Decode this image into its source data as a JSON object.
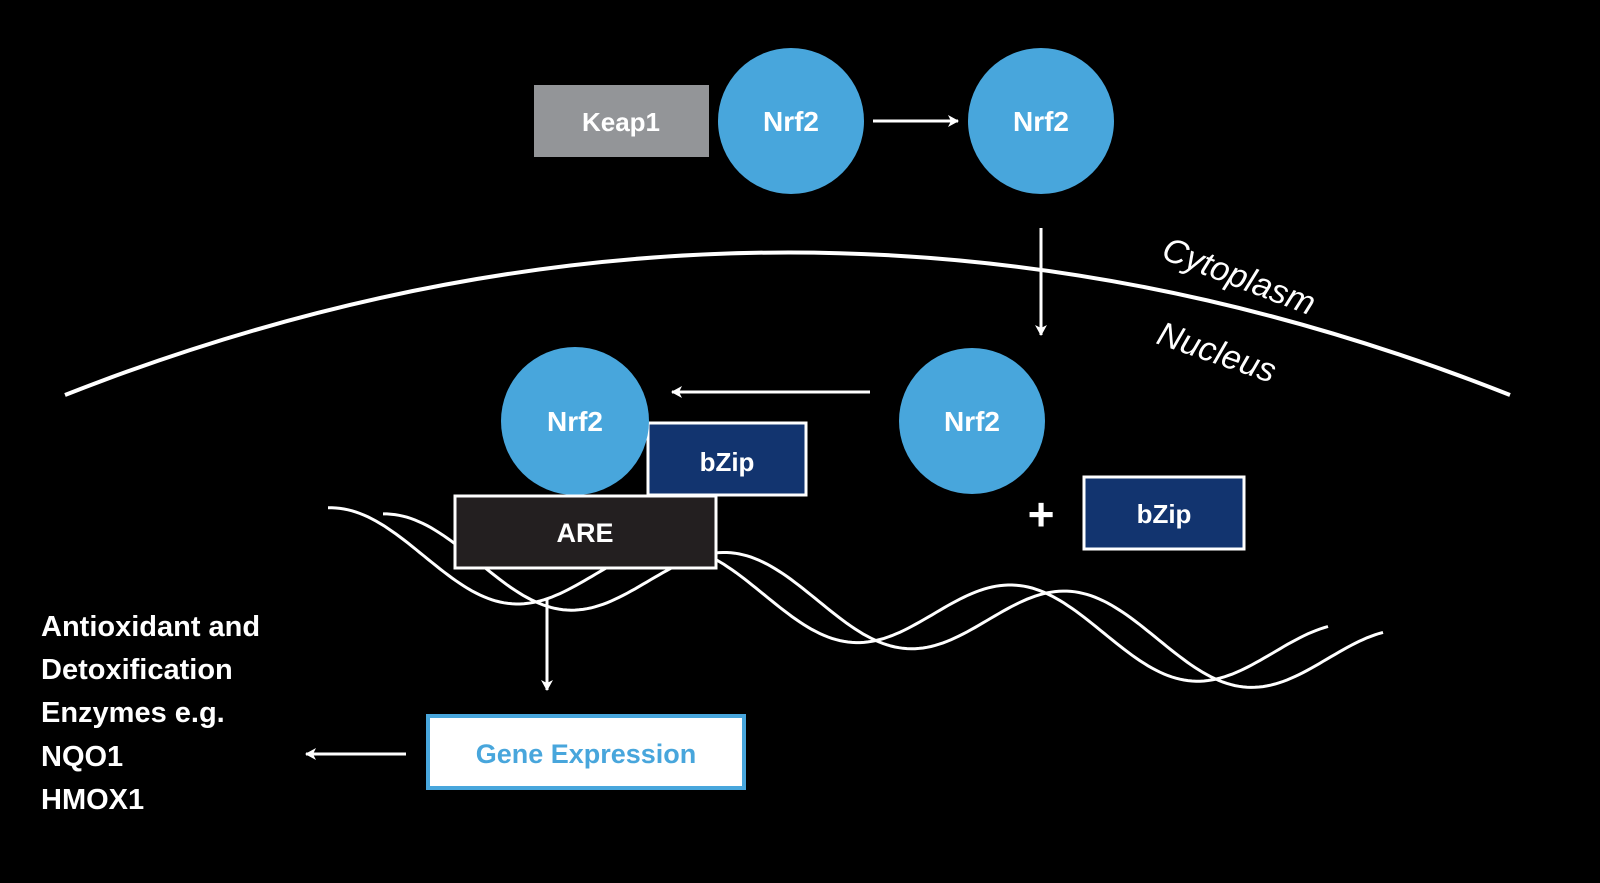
{
  "colors": {
    "nrf2": "#48a6dc",
    "keap1": "#939598",
    "bzip": "#12346f",
    "are": "#231f20",
    "gene_text": "#48a6dc",
    "background": "#000000"
  },
  "nodes": {
    "keap1": "Keap1",
    "nrf2_bound": "Nrf2",
    "nrf2_free": "Nrf2",
    "nrf2_nuclear": "Nrf2",
    "nrf2_complex": "Nrf2",
    "bzip_complex": "bZip",
    "bzip_free": "bZip",
    "are": "ARE",
    "plus": "+",
    "gene_expression": "Gene Expression"
  },
  "regions": {
    "cytoplasm": "Cytoplasm",
    "nucleus": "Nucleus"
  },
  "output_lines": [
    "Antioxidant and",
    "Detoxification",
    "Enzymes e.g.",
    "NQO1",
    "HMOX1"
  ]
}
